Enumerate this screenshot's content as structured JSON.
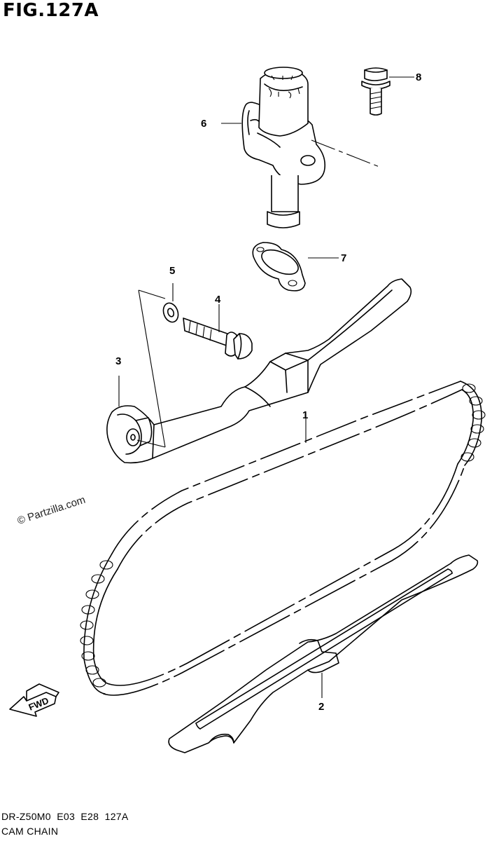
{
  "figure": {
    "title": "FIG.127A",
    "code": "DR-Z50M0  E03  E28  127A",
    "name": "CAM CHAIN",
    "watermark": "© Partzilla.com",
    "fwd_label": "FWD"
  },
  "callouts": [
    {
      "id": "1",
      "label": "1"
    },
    {
      "id": "2",
      "label": "2"
    },
    {
      "id": "3",
      "label": "3"
    },
    {
      "id": "4",
      "label": "4"
    },
    {
      "id": "5",
      "label": "5"
    },
    {
      "id": "6",
      "label": "6"
    },
    {
      "id": "7",
      "label": "7"
    },
    {
      "id": "8",
      "label": "8"
    }
  ]
}
